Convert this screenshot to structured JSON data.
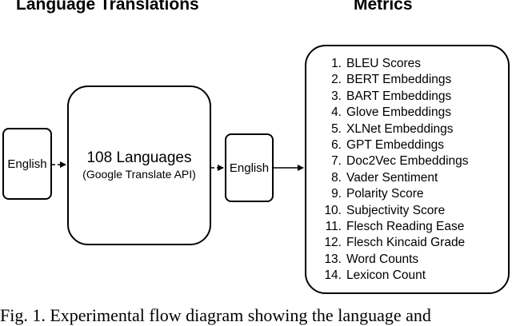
{
  "headings": {
    "left": "Language Translations",
    "right": "Metrics"
  },
  "boxes": {
    "input": "English",
    "languages_main": "108 Languages",
    "languages_sub": "(Google Translate API)",
    "output": "English"
  },
  "metrics": [
    {
      "num": "1.",
      "label": "BLEU Scores"
    },
    {
      "num": "2.",
      "label": "BERT Embeddings"
    },
    {
      "num": "3.",
      "label": "BART Embeddings"
    },
    {
      "num": "4.",
      "label": "Glove Embeddings"
    },
    {
      "num": "5.",
      "label": "XLNet Embeddings"
    },
    {
      "num": "6.",
      "label": "GPT Embeddings"
    },
    {
      "num": "7.",
      "label": "Doc2Vec Embeddings"
    },
    {
      "num": "8.",
      "label": "Vader Sentiment"
    },
    {
      "num": "9.",
      "label": "Polarity Score"
    },
    {
      "num": "10.",
      "label": "Subjectivity Score"
    },
    {
      "num": "11.",
      "label": "Flesch Reading Ease"
    },
    {
      "num": "12.",
      "label": "Flesch Kincaid Grade"
    },
    {
      "num": "13.",
      "label": "Word Counts"
    },
    {
      "num": "14.",
      "label": "Lexicon Count"
    }
  ],
  "caption": "Fig. 1. Experimental flow diagram showing the language and"
}
